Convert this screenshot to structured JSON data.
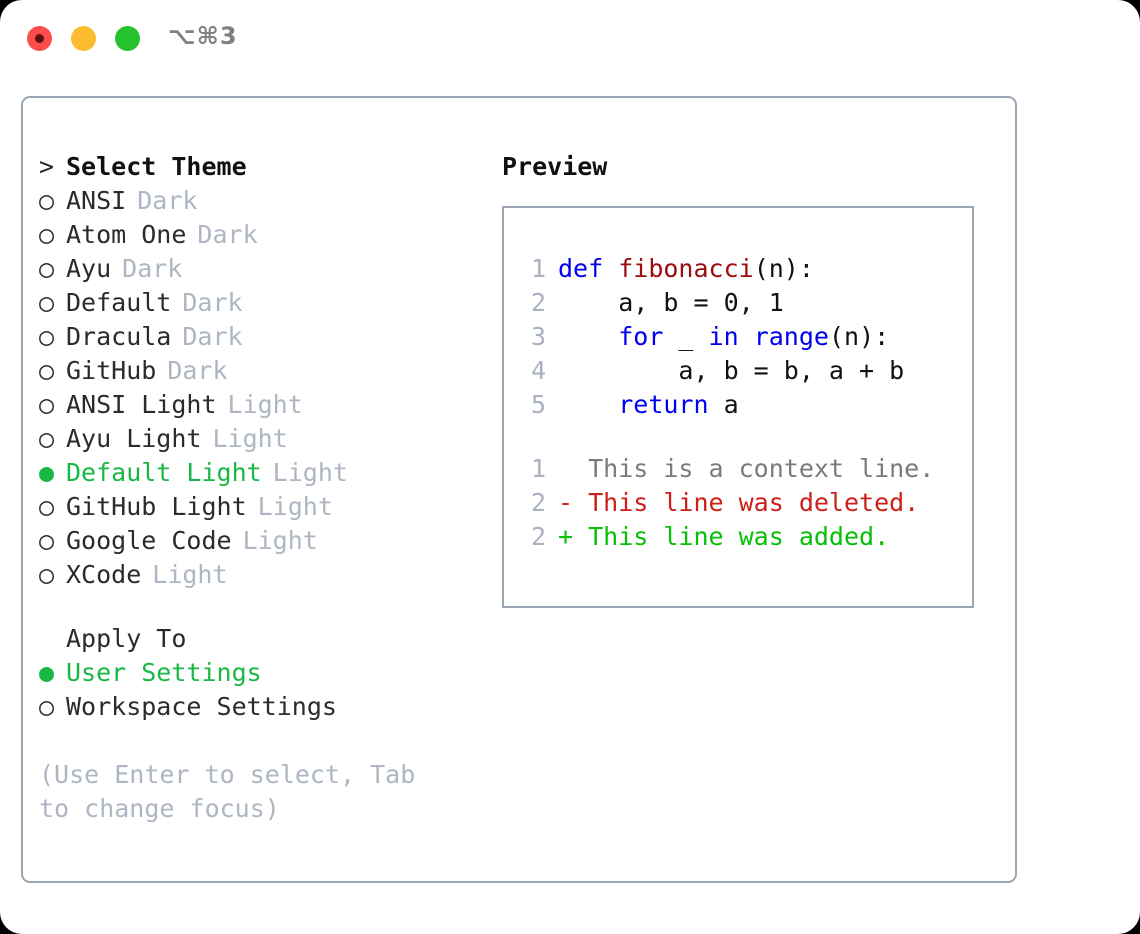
{
  "titlebar": {
    "shortcut": "⌥⌘3",
    "lights": [
      "close-red",
      "minimize-yellow",
      "maximize-green"
    ]
  },
  "theme_picker": {
    "header_marker": ">",
    "header_label": "Select Theme",
    "marker_selected": "●",
    "marker_unselected": "○",
    "items": [
      {
        "marker": "○",
        "name": "ANSI",
        "category": "Dark",
        "selected": false
      },
      {
        "marker": "○",
        "name": "Atom One",
        "category": "Dark",
        "selected": false
      },
      {
        "marker": "○",
        "name": "Ayu",
        "category": "Dark",
        "selected": false
      },
      {
        "marker": "○",
        "name": "Default",
        "category": "Dark",
        "selected": false
      },
      {
        "marker": "○",
        "name": "Dracula",
        "category": "Dark",
        "selected": false
      },
      {
        "marker": "○",
        "name": "GitHub",
        "category": "Dark",
        "selected": false
      },
      {
        "marker": "○",
        "name": "ANSI Light",
        "category": "Light",
        "selected": false
      },
      {
        "marker": "○",
        "name": "Ayu Light",
        "category": "Light",
        "selected": false
      },
      {
        "marker": "●",
        "name": "Default Light",
        "category": "Light",
        "selected": true
      },
      {
        "marker": "○",
        "name": "GitHub Light",
        "category": "Light",
        "selected": false
      },
      {
        "marker": "○",
        "name": "Google Code",
        "category": "Light",
        "selected": false
      },
      {
        "marker": "○",
        "name": "XCode",
        "category": "Light",
        "selected": false
      }
    ]
  },
  "apply_to": {
    "header_label": "Apply To",
    "items": [
      {
        "marker": "●",
        "name": "User Settings",
        "selected": true
      },
      {
        "marker": "○",
        "name": "Workspace Settings",
        "selected": false
      }
    ]
  },
  "hint": "(Use Enter to select, Tab to change focus)",
  "preview": {
    "title": "Preview",
    "code_lines": [
      {
        "num": "1",
        "segments": [
          {
            "t": "def ",
            "c": "kw"
          },
          {
            "t": "fibonacci",
            "c": "fn"
          },
          {
            "t": "(n):",
            "c": "txt"
          }
        ]
      },
      {
        "num": "2",
        "segments": [
          {
            "t": "    a, b = 0, 1",
            "c": "txt"
          }
        ]
      },
      {
        "num": "3",
        "segments": [
          {
            "t": "    ",
            "c": "txt"
          },
          {
            "t": "for",
            "c": "kw"
          },
          {
            "t": " _ ",
            "c": "txt"
          },
          {
            "t": "in",
            "c": "kw"
          },
          {
            "t": " ",
            "c": "txt"
          },
          {
            "t": "range",
            "c": "kw"
          },
          {
            "t": "(n):",
            "c": "txt"
          }
        ]
      },
      {
        "num": "4",
        "segments": [
          {
            "t": "        a, b = b, a + b",
            "c": "txt"
          }
        ]
      },
      {
        "num": "5",
        "segments": [
          {
            "t": "    ",
            "c": "txt"
          },
          {
            "t": "return",
            "c": "kw"
          },
          {
            "t": " a",
            "c": "txt"
          }
        ]
      }
    ],
    "diff_lines": [
      {
        "num": "1",
        "prefix": "  ",
        "text": "This is a context line.",
        "kind": "ctx"
      },
      {
        "num": "2",
        "prefix": "- ",
        "text": "This line was deleted.",
        "kind": "del"
      },
      {
        "num": "2",
        "prefix": "+ ",
        "text": "This line was added.",
        "kind": "add"
      }
    ]
  },
  "colors": {
    "selected_green": "#19b844",
    "muted_gray": "#adb6c2",
    "border": "#9aa6b4",
    "keyword_blue": "#0000f0",
    "function_red": "#9c0c0c",
    "diff_deleted": "#cc2018",
    "diff_added": "#07bf07",
    "light_red": "#fb4e4a",
    "light_yellow": "#fbbd2f",
    "light_green": "#25c22e"
  }
}
